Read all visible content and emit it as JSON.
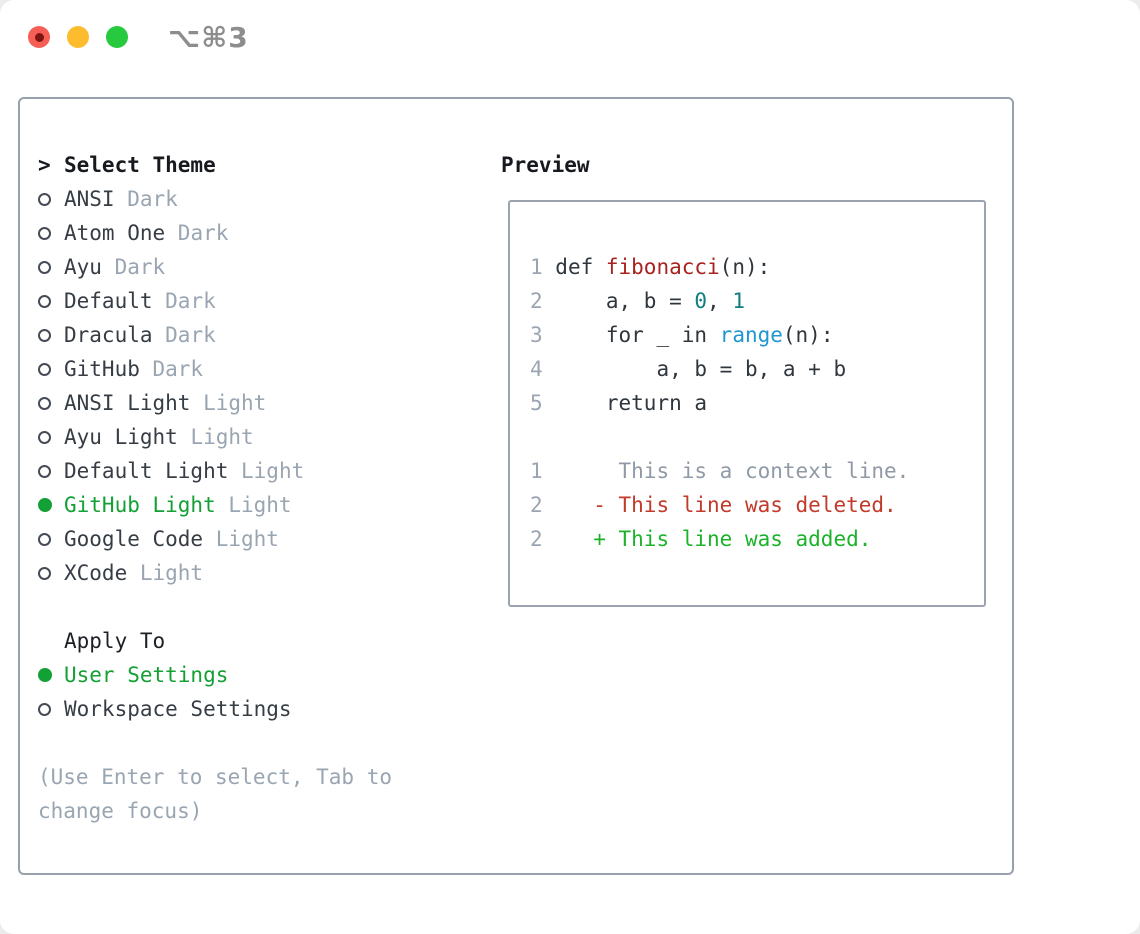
{
  "window": {
    "title": "⌥⌘3"
  },
  "traffic_lights": {
    "close_color": "#f75e56",
    "close_dot_color": "#7d1512",
    "minimize_color": "#fdbc2e",
    "zoom_color": "#27c93f"
  },
  "theme_panel": {
    "header": {
      "marker": ">",
      "label": "Select Theme"
    },
    "themes": [
      {
        "name": "ANSI",
        "variant": "Dark",
        "selected": false
      },
      {
        "name": "Atom One",
        "variant": "Dark",
        "selected": false
      },
      {
        "name": "Ayu",
        "variant": "Dark",
        "selected": false
      },
      {
        "name": "Default",
        "variant": "Dark",
        "selected": false
      },
      {
        "name": "Dracula",
        "variant": "Dark",
        "selected": false
      },
      {
        "name": "GitHub",
        "variant": "Dark",
        "selected": false
      },
      {
        "name": "ANSI Light",
        "variant": "Light",
        "selected": false
      },
      {
        "name": "Ayu Light",
        "variant": "Light",
        "selected": false
      },
      {
        "name": "Default Light",
        "variant": "Light",
        "selected": false
      },
      {
        "name": "GitHub Light",
        "variant": "Light",
        "selected": true
      },
      {
        "name": "Google Code",
        "variant": "Light",
        "selected": false
      },
      {
        "name": "XCode",
        "variant": "Light",
        "selected": false
      }
    ],
    "apply_to": {
      "label": "Apply To",
      "options": [
        {
          "label": "User Settings",
          "selected": true
        },
        {
          "label": "Workspace Settings",
          "selected": false
        }
      ]
    },
    "hint_lines": [
      "(Use Enter to select, Tab to",
      "change focus)"
    ]
  },
  "preview": {
    "title": "Preview",
    "lines": [
      {
        "name": "code-line-1",
        "tokens": [
          {
            "t": "1 ",
            "c": "gutter"
          },
          {
            "t": "def ",
            "c": "plain"
          },
          {
            "t": "fibonacci",
            "c": "func"
          },
          {
            "t": "(n):",
            "c": "plain"
          }
        ]
      },
      {
        "name": "code-line-2",
        "tokens": [
          {
            "t": "2 ",
            "c": "gutter"
          },
          {
            "t": "    a, b = ",
            "c": "plain"
          },
          {
            "t": "0",
            "c": "num"
          },
          {
            "t": ", ",
            "c": "plain"
          },
          {
            "t": "1",
            "c": "num"
          }
        ]
      },
      {
        "name": "code-line-3",
        "tokens": [
          {
            "t": "3 ",
            "c": "gutter"
          },
          {
            "t": "    for _ in ",
            "c": "plain"
          },
          {
            "t": "range",
            "c": "builtin"
          },
          {
            "t": "(n):",
            "c": "plain"
          }
        ]
      },
      {
        "name": "code-line-4",
        "tokens": [
          {
            "t": "4 ",
            "c": "gutter"
          },
          {
            "t": "        a, b = b, a + b",
            "c": "plain"
          }
        ]
      },
      {
        "name": "code-line-5",
        "tokens": [
          {
            "t": "5 ",
            "c": "gutter"
          },
          {
            "t": "    return a",
            "c": "plain"
          }
        ]
      },
      {
        "name": "blank-line",
        "tokens": []
      },
      {
        "name": "diff-context-line",
        "tokens": [
          {
            "t": "1",
            "c": "gutter"
          },
          {
            "t": "      This is a context line.",
            "c": "context"
          }
        ]
      },
      {
        "name": "diff-deleted-line",
        "tokens": [
          {
            "t": "2",
            "c": "gutter"
          },
          {
            "t": "    - This line was deleted.",
            "c": "deleted"
          }
        ]
      },
      {
        "name": "diff-added-line",
        "tokens": [
          {
            "t": "2",
            "c": "gutter"
          },
          {
            "t": "    + This line was added.",
            "c": "added"
          }
        ]
      }
    ]
  },
  "colors": {
    "plain": "#2f363d",
    "func": "#a8231f",
    "num": "#0e7e80",
    "builtin": "#1f97d1",
    "gutter": "#9aa5b1",
    "context": "#8f9aa6",
    "deleted": "#c23a2a",
    "added": "#1cb32b",
    "selection_green": "#13a035",
    "title_gray": "#8d8d8d"
  }
}
